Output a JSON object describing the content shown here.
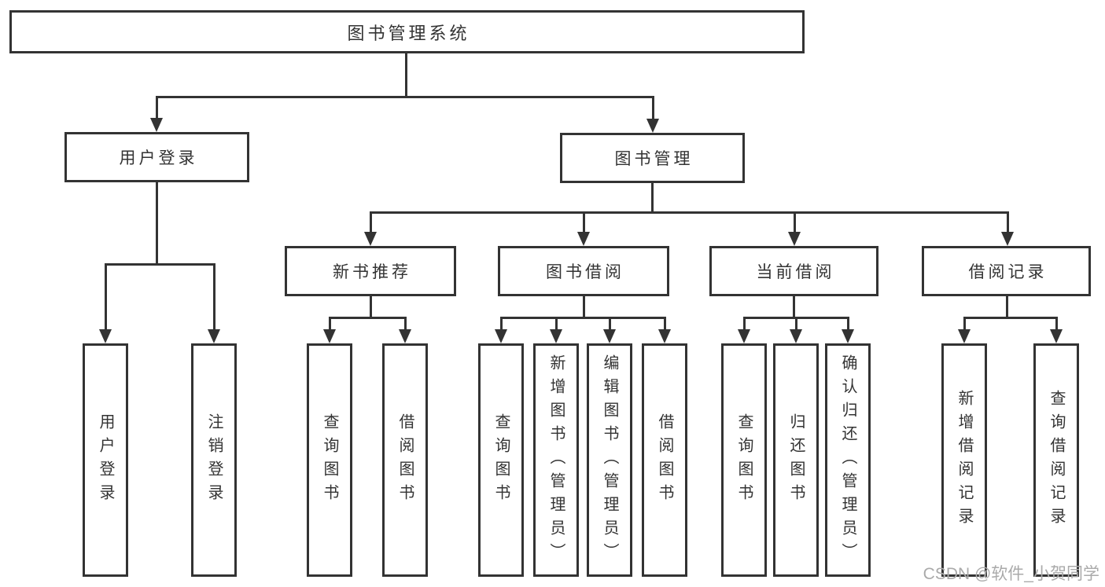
{
  "diagram": {
    "title": "图书管理系统",
    "nodes": {
      "root": "图书管理系统",
      "user_login": "用户登录",
      "book_mgmt": "图书管理",
      "new_book_rec": "新书推荐",
      "book_borrow": "图书借阅",
      "current_borrow": "当前借阅",
      "borrow_record": "借阅记录",
      "user_login_leaf": "用户登录",
      "logout_leaf": "注销登录",
      "nbr_query_books": "查询图书",
      "nbr_borrow_books": "借阅图书",
      "bb_query_books": "查询图书",
      "bb_add_books_admin": "新增图书（管理员）",
      "bb_edit_books_admin": "编辑图书（管理员）",
      "bb_borrow_books": "借阅图书",
      "cb_query_books": "查询图书",
      "cb_return_books": "归还图书",
      "cb_confirm_return_admin": "确认归还（管理员）",
      "br_add_record": "新增借阅记录",
      "br_query_record": "查询借阅记录"
    }
  },
  "watermark": {
    "text": "CSDN @软件_小贺同学"
  },
  "colors": {
    "line": "#333333",
    "text": "#333333",
    "background": "#ffffff",
    "watermark": "#aaaaaa"
  }
}
